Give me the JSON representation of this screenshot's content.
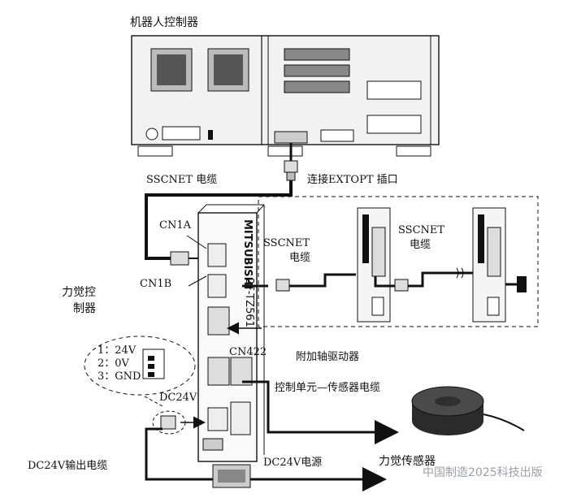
{
  "labels": {
    "robot_controller": "机器人控制器",
    "sscnet_cable_top": "SSCNET 电缆",
    "extopt_port": "连接EXTOPT 插口",
    "cn1a": "CN1A",
    "cn1b": "CN1B",
    "sscnet_cable_mid_line1": "SSCNET",
    "sscnet_cable_mid_line2": "电缆",
    "sscnet_cable_right_line1": "SSCNET",
    "sscnet_cable_right_line2": "电缆",
    "force_controller_line1": "力觉控",
    "force_controller_line2": "制器",
    "pin1": "1：24V",
    "pin2": "2：0V",
    "pin3": "3：GND",
    "cn422": "CN422",
    "additional_axis_driver": "附加轴驱动器",
    "control_sensor_cable": "控制单元—传感器电缆",
    "dc24v": "DC24V",
    "dc24v_output_cable": "DC24V输出电缆",
    "dc24v_power_supply": "DC24V电源",
    "force_sensor": "力觉传感器",
    "mitsubishi": "MITSUBISHI",
    "model": "2F-TZ561"
  },
  "watermark": "中国制造2025科技出版",
  "colors": {
    "line": "#111111",
    "panel_gray": "#d9d9d9",
    "sensor_dark": "#2b2b2b"
  }
}
